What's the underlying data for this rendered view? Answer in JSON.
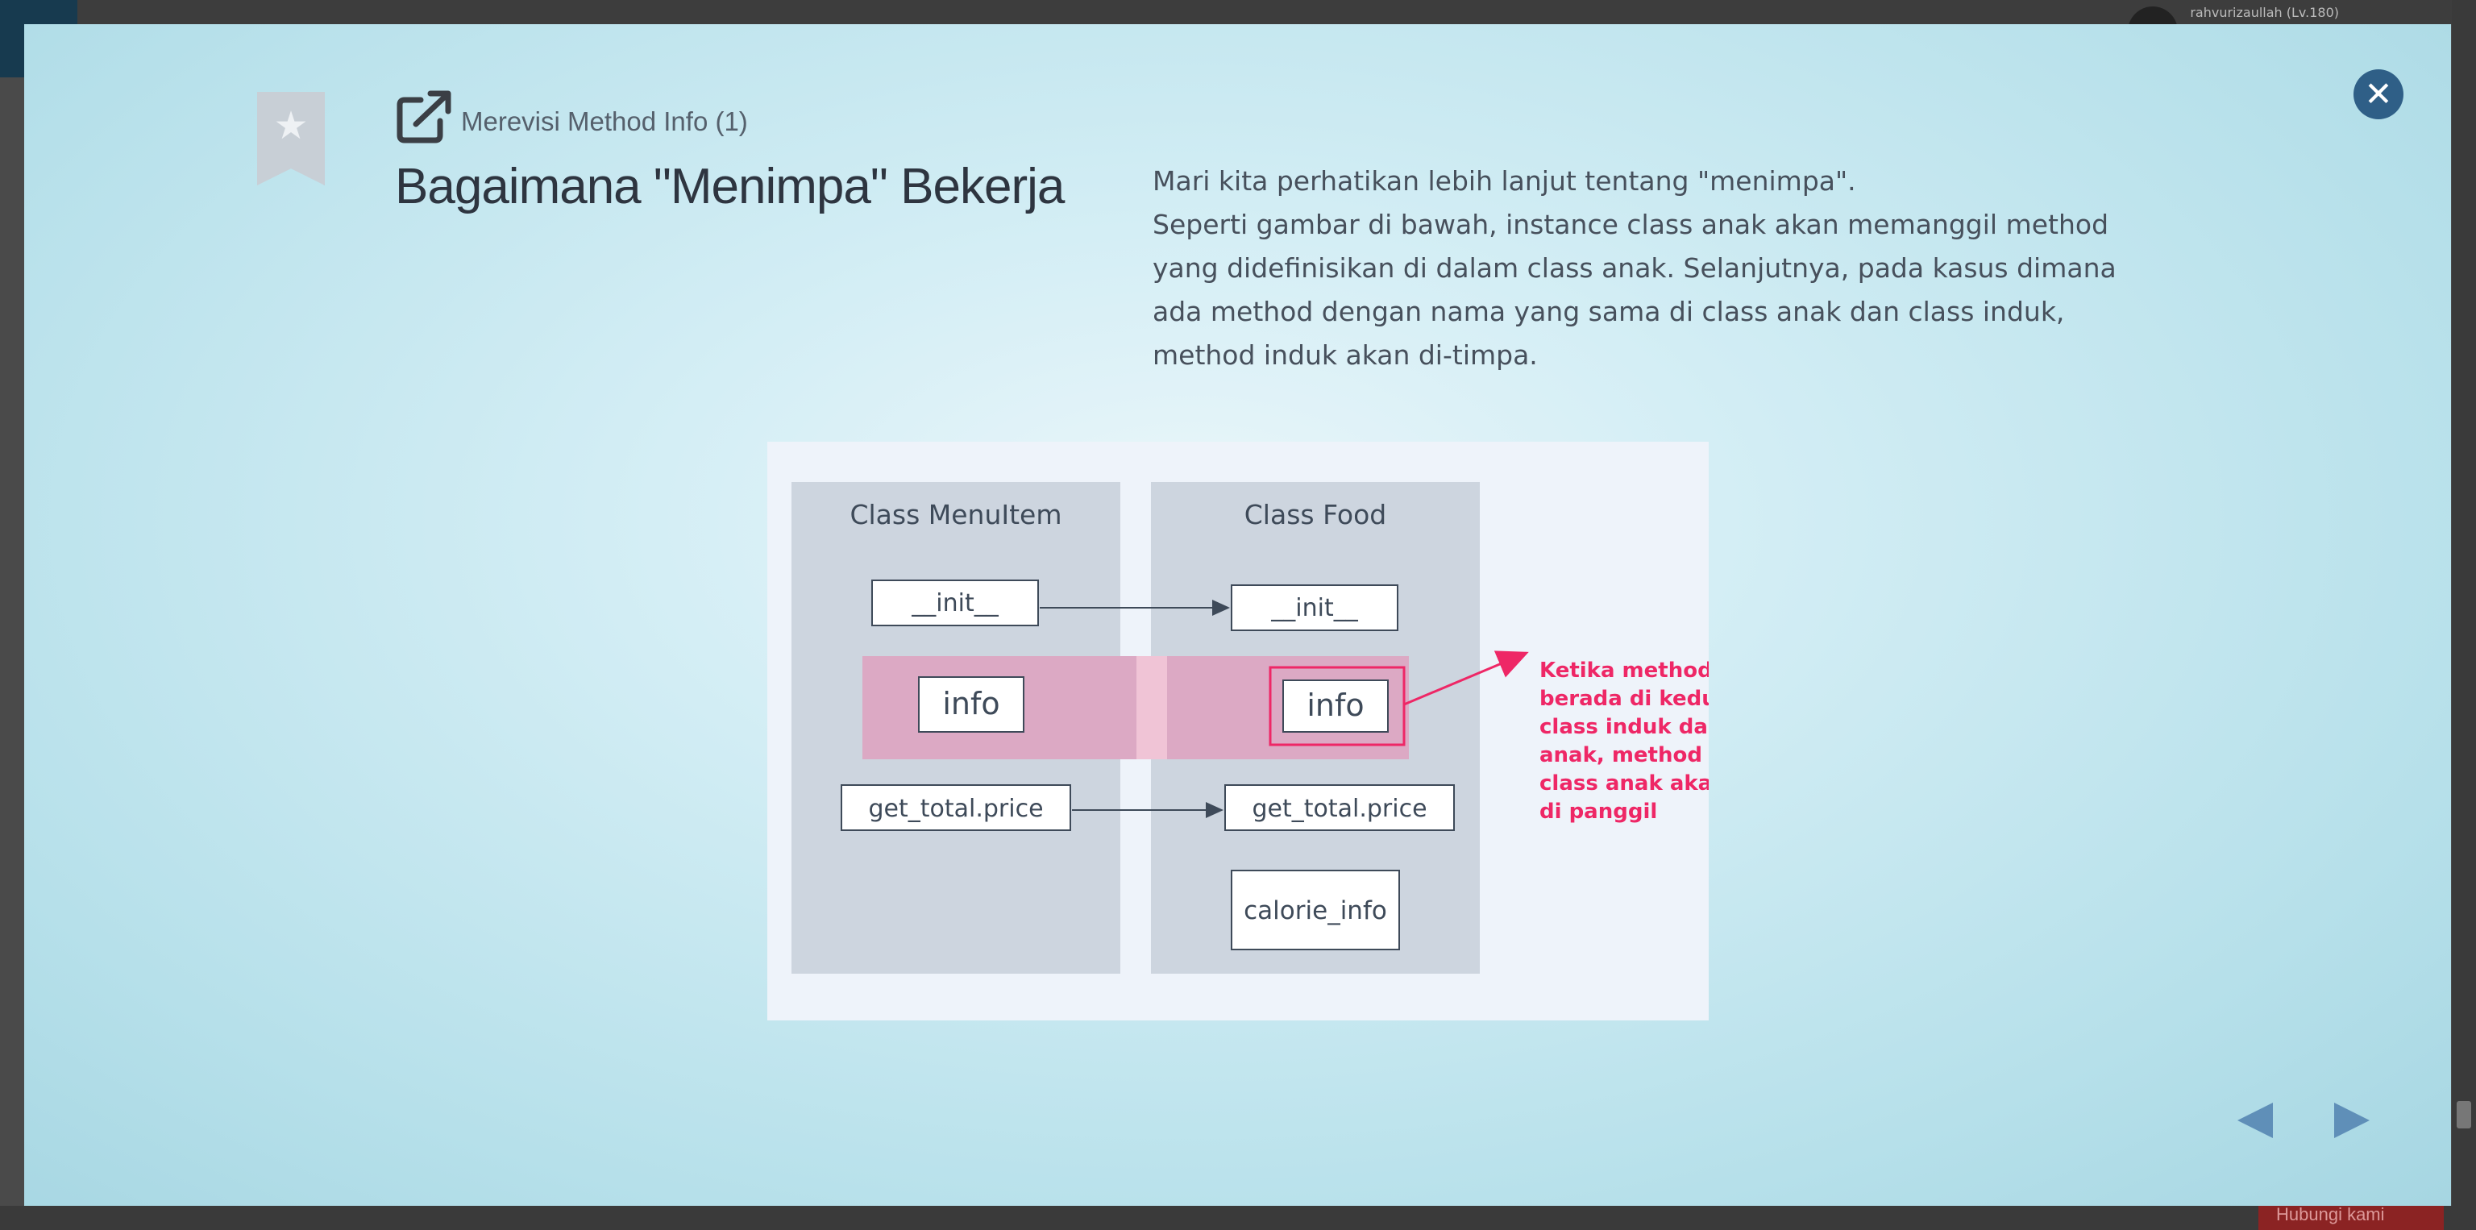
{
  "background": {
    "username": "rahvurizaullah (Lv.180)",
    "action_button": "Hubungi kami"
  },
  "lesson": {
    "subtitle": "Merevisi Method Info (1)",
    "title": "Bagaimana \"Menimpa\" Bekerja",
    "description_lines": [
      "Mari kita perhatikan lebih lanjut tentang \"menimpa\".",
      "Seperti gambar di bawah, instance class anak akan memanggil method",
      "yang didefinisikan di dalam class anak. Selanjutnya, pada kasus dimana",
      "ada method dengan nama yang sama di class anak dan class induk,",
      "method induk akan di-timpa."
    ]
  },
  "diagram": {
    "left_class": {
      "title": "Class MenuItem",
      "methods": [
        "__init__",
        "info",
        "get_total.price"
      ]
    },
    "right_class": {
      "title": "Class Food",
      "methods": [
        "__init__",
        "info",
        "get_total.price",
        "calorie_info"
      ]
    },
    "annotation_lines": [
      "Ketika method",
      "berada di kedua",
      "class induk dan",
      "anak, method di",
      "class anak akan",
      "di panggil"
    ],
    "colors": {
      "panel": "#cdd5df",
      "highlight_band": "#dca9c4",
      "accent": "#ee2766",
      "text": "#3e4a59"
    }
  },
  "icons": {
    "bookmark": "bookmark-star-icon",
    "external": "external-link-icon",
    "close": "close-icon",
    "prev": "arrow-left-icon",
    "next": "arrow-right-icon"
  }
}
